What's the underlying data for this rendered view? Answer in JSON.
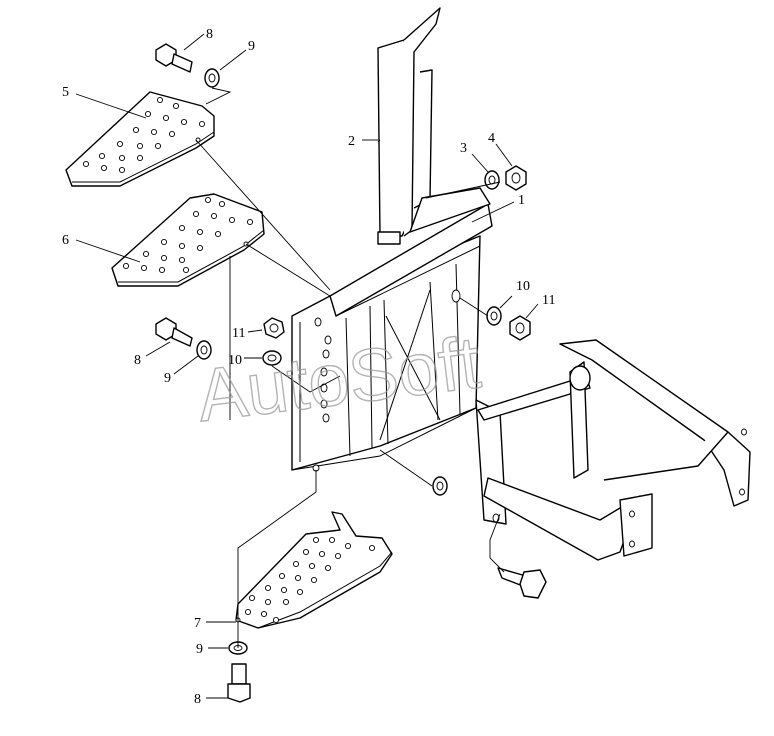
{
  "callouts": {
    "c1": "1",
    "c2": "2",
    "c3": "3",
    "c4": "4",
    "c5": "5",
    "c6": "6",
    "c7": "7",
    "c8_top": "8",
    "c8_mid": "8",
    "c8_bot": "8",
    "c9_top": "9",
    "c9_mid": "9",
    "c9_bot": "9",
    "c10_left": "10",
    "c10_right": "10",
    "c11_left": "11",
    "c11_right": "11"
  },
  "watermark": "AutoSoft",
  "colors": {
    "line": "#000000",
    "background": "#ffffff",
    "watermark": "#9a9a9a"
  }
}
